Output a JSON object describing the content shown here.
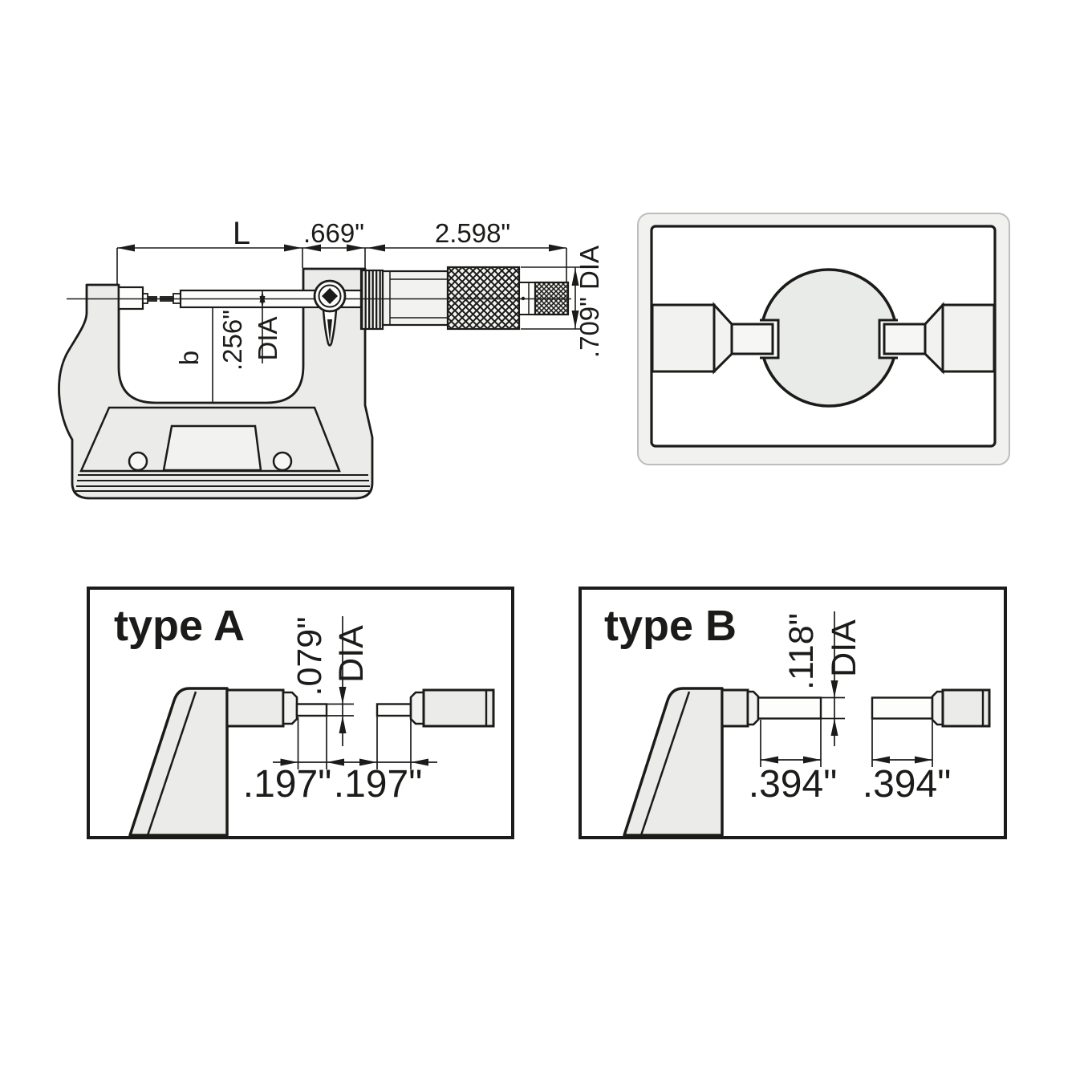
{
  "colors": {
    "ink": "#1b1b19",
    "metal": "#ebebe9",
    "metal_light": "#f2f2f0",
    "white": "#fdfdfc",
    "panel_border": "#bdbdb9",
    "panel_fill": "#f1f1ef"
  },
  "side_view": {
    "dim_measuring_length": "L",
    "dim_frame_boss_width": ".669\"",
    "dim_sleeve_length": "2.598\"",
    "dim_thimble_diameter": ".709\" DIA",
    "dim_spindle_diameter_value": ".256\"",
    "dim_spindle_diameter_suffix": "DIA",
    "dim_throat_depth": "b"
  },
  "type_a": {
    "title": "type A",
    "tip_diameter_value": ".079\"",
    "tip_diameter_suffix": "DIA",
    "tip_length_left": ".197\"",
    "tip_length_right": ".197\""
  },
  "type_b": {
    "title": "type B",
    "tip_diameter_value": ".118\"",
    "tip_diameter_suffix": "DIA",
    "tip_length_left": ".394\"",
    "tip_length_right": ".394\""
  }
}
